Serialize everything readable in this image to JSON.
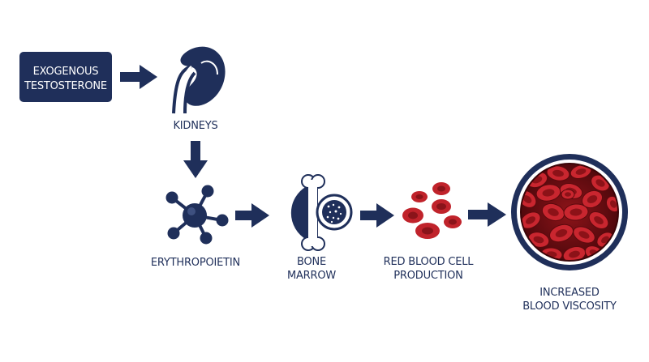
{
  "colors": {
    "navy": "#1f2f5a",
    "blood_red": "#a61c24",
    "blood_dark": "#6e0d12",
    "background": "#ffffff"
  },
  "nodes": {
    "source": {
      "line1": "EXOGENOUS",
      "line2": "TESTOSTERONE"
    },
    "kidneys": {
      "line1": "KIDNEYS",
      "icon": "kidney-icon"
    },
    "epo": {
      "line1": "ERYTHROPOIETIN",
      "icon": "molecule-icon"
    },
    "marrow": {
      "line1": "BONE",
      "line2": "MARROW",
      "icon": "bone-marrow-icon"
    },
    "rbc": {
      "line1": "RED BLOOD CELL",
      "line2": "PRODUCTION",
      "icon": "red-blood-cells-icon"
    },
    "viscosity": {
      "line1": "INCREASED",
      "line2": "BLOOD VISCOSITY",
      "icon": "blood-vessel-icon"
    }
  },
  "edges": [
    {
      "from": "source",
      "to": "kidneys"
    },
    {
      "from": "kidneys",
      "to": "epo"
    },
    {
      "from": "epo",
      "to": "marrow"
    },
    {
      "from": "marrow",
      "to": "rbc"
    },
    {
      "from": "rbc",
      "to": "viscosity"
    }
  ]
}
